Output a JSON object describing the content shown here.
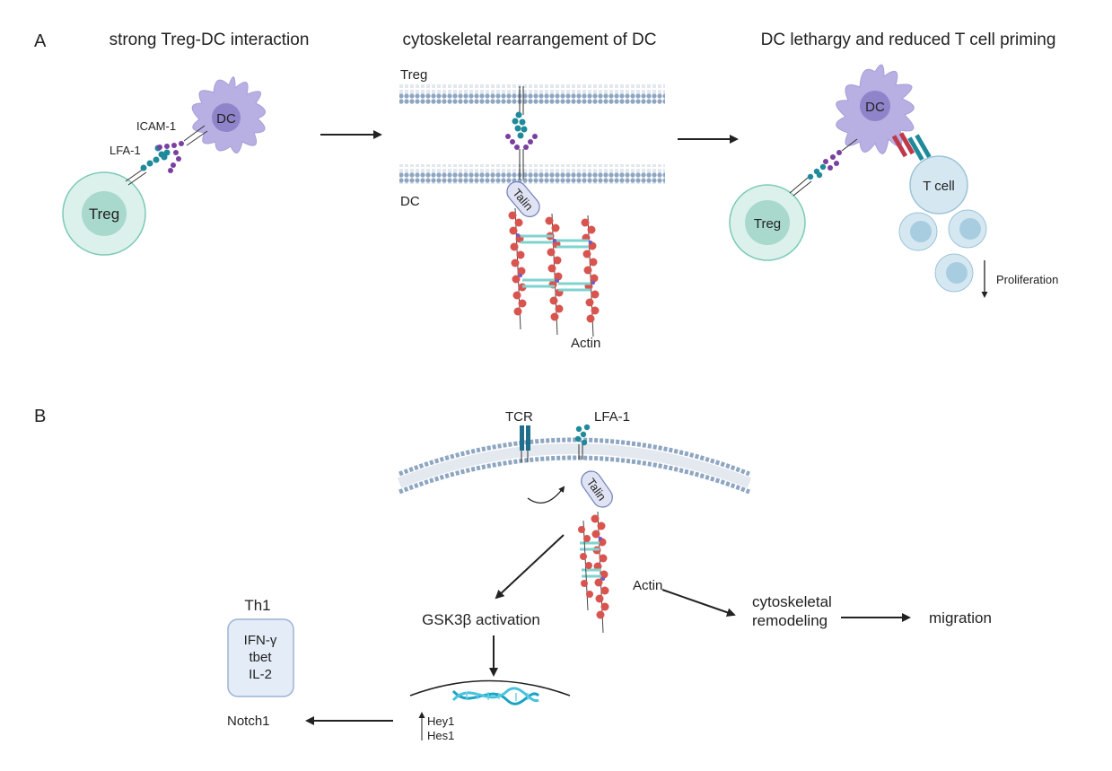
{
  "panel_a": {
    "letter": "A",
    "titles": [
      "strong Treg-DC interaction",
      "cytoskeletal rearrangement of DC",
      "DC lethargy and reduced T cell priming"
    ],
    "step1": {
      "dc": "DC",
      "treg": "Treg",
      "icam": "ICAM-1",
      "lfa": "LFA-1"
    },
    "step2": {
      "treg_membrane": "Treg",
      "dc_membrane": "DC",
      "talin": "Talin",
      "actin": "Actin"
    },
    "step3": {
      "dc": "DC",
      "treg": "Treg",
      "tcell": "T cell",
      "proliferation": "Proliferation"
    }
  },
  "panel_b": {
    "letter": "B",
    "tcr": "TCR",
    "lfa": "LFA-1",
    "talin": "Talin",
    "actin": "Actin",
    "gsk": "GSK3β activation",
    "remodeling_line1": "cytoskeletal",
    "remodeling_line2": "remodeling",
    "migration": "migration",
    "hey1": "Hey1",
    "hes1": "Hes1",
    "notch1": "Notch1",
    "th1": {
      "title": "Th1",
      "items": [
        "IFN-γ",
        "tbet",
        "IL-2"
      ]
    }
  },
  "colors": {
    "dc": "#b3a9e0",
    "treg": "#cdebe3",
    "tcell": "#d5e8f2",
    "membrane": "#9fb2c8",
    "actin": "#d9534f",
    "bridge": "#7fd3cf",
    "lfa": "#1f8a9a",
    "icam": "#7a3fa0"
  }
}
